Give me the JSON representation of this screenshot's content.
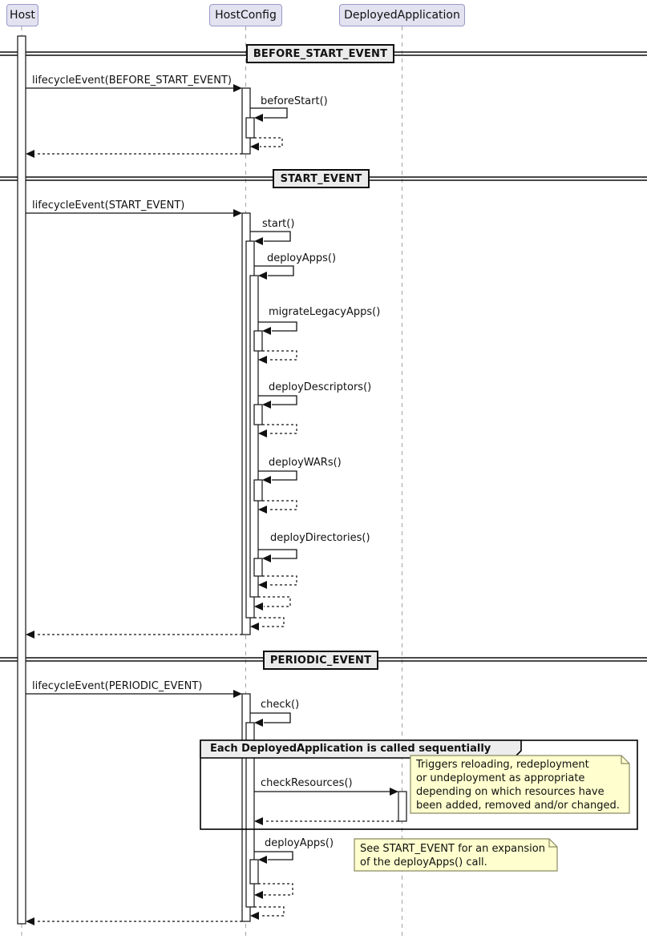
{
  "participants": [
    {
      "label": "Host"
    },
    {
      "label": "HostConfig"
    },
    {
      "label": "DeployedApplication"
    }
  ],
  "dividers": [
    {
      "label": "BEFORE_START_EVENT"
    },
    {
      "label": "START_EVENT"
    },
    {
      "label": "PERIODIC_EVENT"
    }
  ],
  "messages": {
    "lifecycle_before_start": "lifecycleEvent(BEFORE_START_EVENT)",
    "before_start": "beforeStart()",
    "lifecycle_start": "lifecycleEvent(START_EVENT)",
    "start": "start()",
    "deploy_apps": "deployApps()",
    "migrate_legacy_apps": "migrateLegacyApps()",
    "deploy_descriptors": "deployDescriptors()",
    "deploy_wars": "deployWARs()",
    "deploy_directories": "deployDirectories()",
    "lifecycle_periodic": "lifecycleEvent(PERIODIC_EVENT)",
    "check": "check()",
    "check_resources": "checkResources()",
    "deploy_apps_periodic": "deployApps()"
  },
  "group": {
    "title": "Each DeployedApplication is called sequentially"
  },
  "notes": {
    "check_resources_note": "Triggers reloading, redeployment\nor undeployment as appropriate\ndepending on which resources have\nbeen added, removed and/or changed.",
    "deploy_apps_note": "See START_EVENT for an expansion\nof the deployApps() call."
  },
  "colors": {
    "participant_fill": "#E2E2F0",
    "participant_border": "#9A9AC8",
    "divider_fill": "#EBEBEB",
    "note_fill": "#FEFECE",
    "note_border": "#8A8A64",
    "line": "#111111",
    "lifeline": "#A3A3A3"
  }
}
